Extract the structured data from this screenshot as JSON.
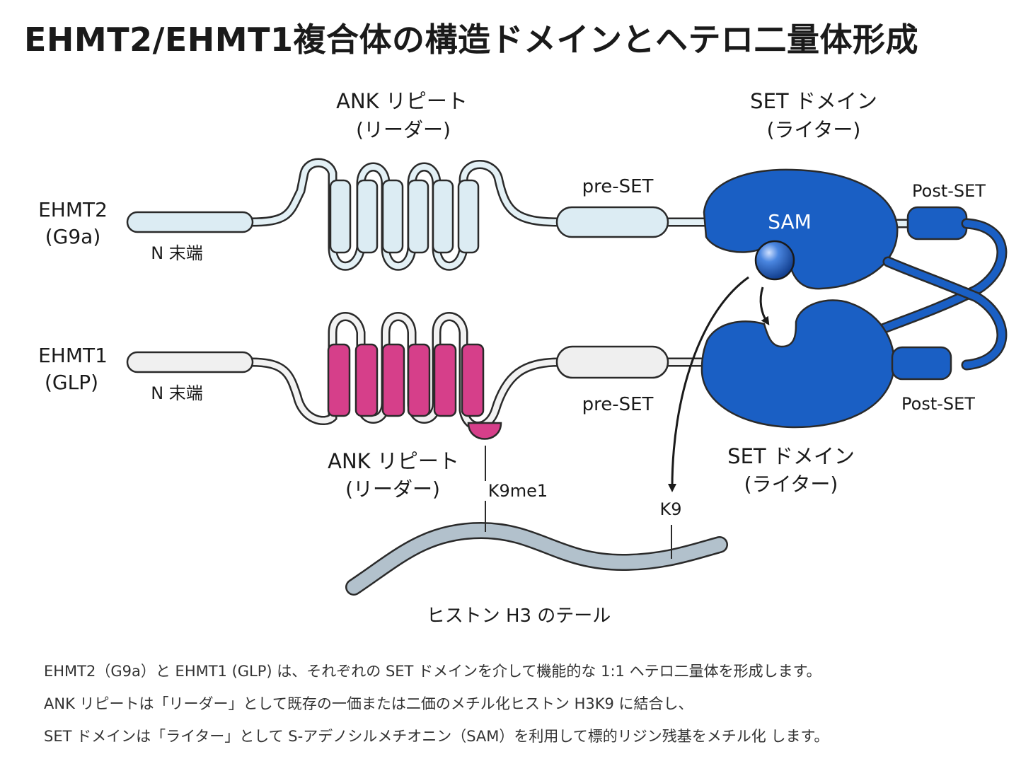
{
  "title": "EHMT2/EHMT1複合体の構造ドメインとヘテロ二量体形成",
  "ehmt2": {
    "name_line1": "EHMT2",
    "name_line2": "(G9a)",
    "n_term": "N 末端",
    "ank_line1": "ANK リピート",
    "ank_line2": "(リーダー)",
    "pre_set": "pre-SET",
    "set_line1": "SET ドメイン",
    "set_line2": "(ライター)",
    "sam": "SAM",
    "post_set": "Post-SET",
    "ank_color": "#dcecf3"
  },
  "ehmt1": {
    "name_line1": "EHMT1",
    "name_line2": "(GLP)",
    "n_term": "N 末端",
    "ank_line1": "ANK リピート",
    "ank_line2": "(リーダー)",
    "pre_set": "pre-SET",
    "set_line1": "SET ドメイン",
    "set_line2": "(ライター)",
    "post_set": "Post-SET",
    "ank_color": "#d63f8a",
    "k9me1": "K9me1"
  },
  "histone": {
    "label": "ヒストン H3 のテール",
    "k9": "K9"
  },
  "colors": {
    "set_domain": "#1a5fc4",
    "histone": "#b2c1cc"
  },
  "caption": {
    "line1": "EHMT2（G9a）と EHMT1 (GLP) は、それぞれの SET ドメインを介して機能的な 1:1 ヘテロ二量体を形成します。",
    "line2": "ANK リピートは「リーダー」として既存の一価または二価のメチル化ヒストン H3K9 に結合し、",
    "line3": "SET ドメインは「ライター」として S-アデノシルメチオニン（SAM）を利用して標的リジン残基をメチル化 します。"
  }
}
